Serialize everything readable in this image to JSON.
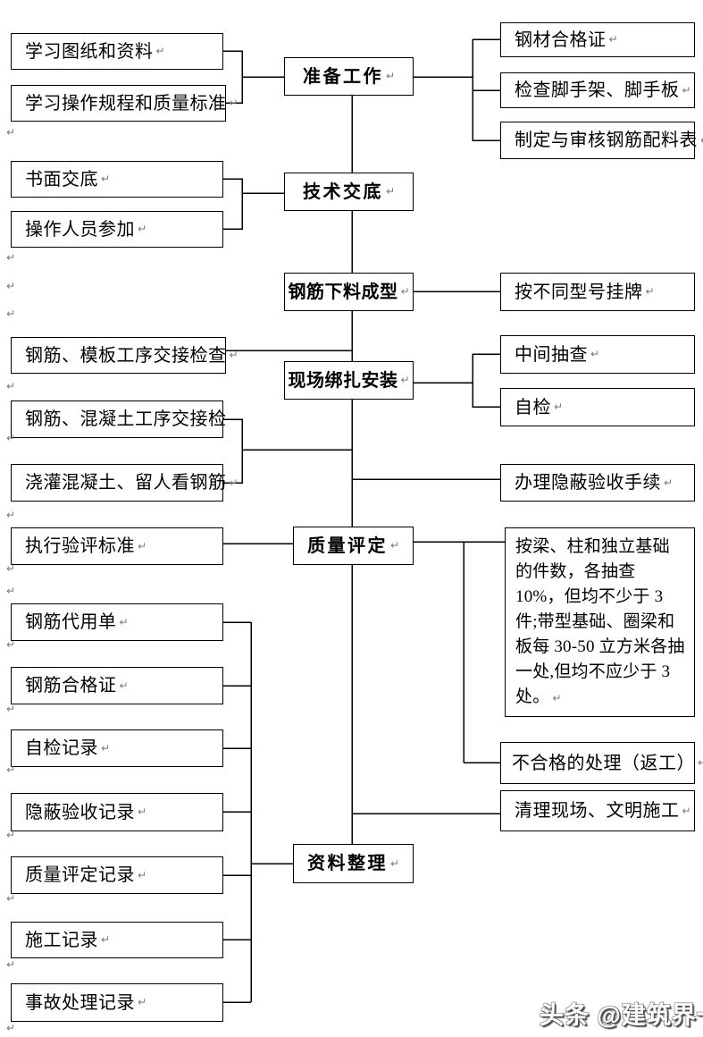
{
  "diagram": {
    "center_nodes": [
      {
        "label": "准备工作"
      },
      {
        "label": "技术交底"
      },
      {
        "label": "钢筋下料成型"
      },
      {
        "label": "现场绑扎安装"
      },
      {
        "label": "质量评定"
      },
      {
        "label": "资料整理"
      }
    ],
    "left_nodes": [
      {
        "label": "学习图纸和资料"
      },
      {
        "label": "学习操作规程和质量标准"
      },
      {
        "label": "书面交底"
      },
      {
        "label": "操作人员参加"
      },
      {
        "label": "钢筋、模板工序交接检查"
      },
      {
        "label": "钢筋、混凝土工序交接检"
      },
      {
        "label": "浇灌混凝土、留人看钢筋"
      },
      {
        "label": "执行验评标准"
      },
      {
        "label": "钢筋代用单"
      },
      {
        "label": "钢筋合格证"
      },
      {
        "label": "自检记录"
      },
      {
        "label": "隐蔽验收记录"
      },
      {
        "label": "质量评定记录"
      },
      {
        "label": "施工记录"
      },
      {
        "label": "事故处理记录"
      }
    ],
    "right_nodes": [
      {
        "label": "钢材合格证"
      },
      {
        "label": "检查脚手架、脚手板"
      },
      {
        "label": "制定与审核钢筋配料表"
      },
      {
        "label": "按不同型号挂牌"
      },
      {
        "label": "中间抽查"
      },
      {
        "label": "自检"
      },
      {
        "label": "办理隐蔽验收手续"
      },
      {
        "label": "按梁、柱和独立基础的件数，各抽查 10%，但均不少于 3 件;带型基础、圈梁和板每 30-50 立方米各抽一处,但均不应少于 3 处。"
      },
      {
        "label": "不合格的处理（返工）"
      },
      {
        "label": "清理现场、文明施工"
      }
    ]
  },
  "symbols": {
    "return_mark": "↵"
  },
  "watermark": {
    "text": "头条 @建筑界一哥"
  },
  "colors": {
    "line": "#000000",
    "box_border": "#000000",
    "background": "#ffffff",
    "text": "#000000",
    "watermark_text": "#ffffff",
    "watermark_shadow": "#4e4e4e"
  }
}
